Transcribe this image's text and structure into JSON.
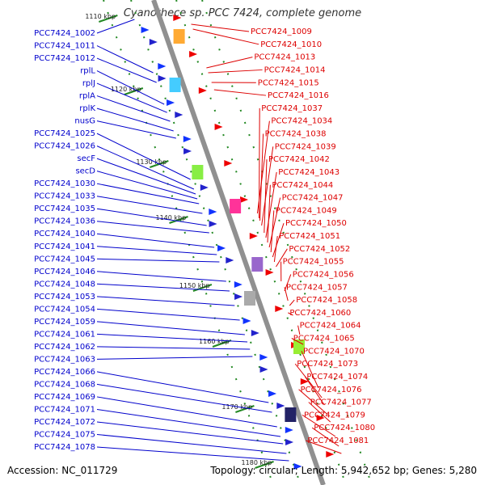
{
  "title": "Cyanothece sp. PCC 7424, complete genome",
  "footer": {
    "accession": "Accession: NC_011729",
    "topology": "Topology: circular; Length: 5,942,652 bp; Genes: 5,280"
  },
  "colors": {
    "left_label": "#0000cc",
    "right_label": "#dd0000",
    "backbone": "#909090",
    "kbp_tick": "#228822"
  },
  "kbp_ticks": [
    {
      "label": "1110 kbp",
      "t": 0.035
    },
    {
      "label": "1120 kbp",
      "t": 0.185
    },
    {
      "label": "1130 kbp",
      "t": 0.335
    },
    {
      "label": "1140 kbp",
      "t": 0.45
    },
    {
      "label": "1150 kbp",
      "t": 0.59
    },
    {
      "label": "1160 kbp",
      "t": 0.705
    },
    {
      "label": "1170 kbp",
      "t": 0.84
    },
    {
      "label": "1180 kbp",
      "t": 0.955
    }
  ],
  "left_labels": [
    {
      "text": "PCC7424_1002",
      "t": 0.04
    },
    {
      "text": "PCC7424_1011",
      "t": 0.15
    },
    {
      "text": "PCC7424_1012",
      "t": 0.17
    },
    {
      "text": "rplL",
      "t": 0.215
    },
    {
      "text": "rplJ",
      "t": 0.232
    },
    {
      "text": "rplA",
      "t": 0.25
    },
    {
      "text": "rplK",
      "t": 0.27
    },
    {
      "text": "nusG",
      "t": 0.285
    },
    {
      "text": "PCC7424_1025",
      "t": 0.37
    },
    {
      "text": "PCC7424_1026",
      "t": 0.39
    },
    {
      "text": "secF",
      "t": 0.4
    },
    {
      "text": "secD",
      "t": 0.41
    },
    {
      "text": "PCC7424_1030",
      "t": 0.42
    },
    {
      "text": "PCC7424_1033",
      "t": 0.44
    },
    {
      "text": "PCC7424_1035",
      "t": 0.465
    },
    {
      "text": "PCC7424_1036",
      "t": 0.48
    },
    {
      "text": "PCC7424_1040",
      "t": 0.51
    },
    {
      "text": "PCC7424_1041",
      "t": 0.525
    },
    {
      "text": "PCC7424_1045",
      "t": 0.54
    },
    {
      "text": "PCC7424_1046",
      "t": 0.58
    },
    {
      "text": "PCC7424_1048",
      "t": 0.6
    },
    {
      "text": "PCC7424_1053",
      "t": 0.63
    },
    {
      "text": "PCC7424_1054",
      "t": 0.66
    },
    {
      "text": "PCC7424_1059",
      "t": 0.69
    },
    {
      "text": "PCC7424_1061",
      "t": 0.705
    },
    {
      "text": "PCC7424_1062",
      "t": 0.72
    },
    {
      "text": "PCC7424_1063",
      "t": 0.735
    },
    {
      "text": "PCC7424_1066",
      "t": 0.83
    },
    {
      "text": "PCC7424_1068",
      "t": 0.85
    },
    {
      "text": "PCC7424_1069",
      "t": 0.88
    },
    {
      "text": "PCC7424_1071",
      "t": 0.9
    },
    {
      "text": "PCC7424_1072",
      "t": 0.915
    },
    {
      "text": "PCC7424_1075",
      "t": 0.935
    },
    {
      "text": "PCC7424_1078",
      "t": 0.95
    }
  ],
  "right_labels": [
    {
      "text": "PCC7424_1009",
      "t": 0.05
    },
    {
      "text": "PCC7424_1010",
      "t": 0.06
    },
    {
      "text": "PCC7424_1013",
      "t": 0.14
    },
    {
      "text": "PCC7424_1014",
      "t": 0.15
    },
    {
      "text": "PCC7424_1015",
      "t": 0.17
    },
    {
      "text": "PCC7424_1016",
      "t": 0.185
    },
    {
      "text": "PCC7424_1037",
      "t": 0.45
    },
    {
      "text": "PCC7424_1034",
      "t": 0.44
    },
    {
      "text": "PCC7424_1038",
      "t": 0.455
    },
    {
      "text": "PCC7424_1039",
      "t": 0.465
    },
    {
      "text": "PCC7424_1042",
      "t": 0.48
    },
    {
      "text": "PCC7424_1043",
      "t": 0.49
    },
    {
      "text": "PCC7424_1044",
      "t": 0.5
    },
    {
      "text": "PCC7424_1047",
      "t": 0.51
    },
    {
      "text": "PCC7424_1049",
      "t": 0.52
    },
    {
      "text": "PCC7424_1050",
      "t": 0.53
    },
    {
      "text": "PCC7424_1051",
      "t": 0.54
    },
    {
      "text": "PCC7424_1052",
      "t": 0.55
    },
    {
      "text": "PCC7424_1055",
      "t": 0.58
    },
    {
      "text": "PCC7424_1056",
      "t": 0.6
    },
    {
      "text": "PCC7424_1057",
      "t": 0.62
    },
    {
      "text": "PCC7424_1058",
      "t": 0.63
    },
    {
      "text": "PCC7424_1060",
      "t": 0.65
    },
    {
      "text": "PCC7424_1064",
      "t": 0.69
    },
    {
      "text": "PCC7424_1065",
      "t": 0.71
    },
    {
      "text": "PCC7424_1070",
      "t": 0.8
    },
    {
      "text": "PCC7424_1073",
      "t": 0.82
    },
    {
      "text": "PCC7424_1074",
      "t": 0.835
    },
    {
      "text": "PCC7424_1076",
      "t": 0.855
    },
    {
      "text": "PCC7424_1077",
      "t": 0.87
    },
    {
      "text": "PCC7424_1079",
      "t": 0.9
    },
    {
      "text": "PCC7424_1080",
      "t": 0.92
    },
    {
      "text": "PCC7424_1081",
      "t": 0.935
    }
  ]
}
